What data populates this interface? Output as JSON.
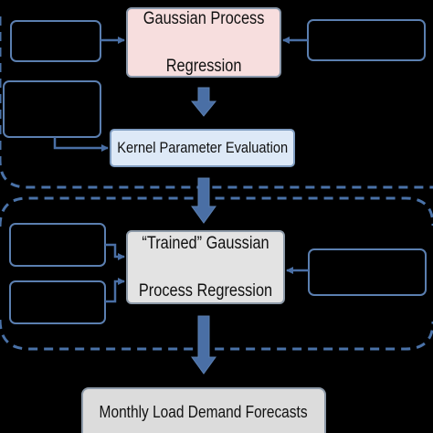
{
  "diagram": {
    "nodes": {
      "gpr": {
        "lines": [
          "Gaussian Process",
          "Regression"
        ]
      },
      "kernel_eval": {
        "lines": [
          "Kernel Parameter Evaluation"
        ]
      },
      "trained_gpr": {
        "lines": [
          "“Trained” Gaussian",
          "Process Regression"
        ]
      },
      "forecasts": {
        "lines": [
          "Monthly Load Demand Forecasts"
        ]
      }
    },
    "empty_input_boxes": 6,
    "colors": {
      "background": "#000000",
      "box_outline": "#5b7fb0",
      "arrow": "#4a6fa5",
      "dashed_region": "#4a72a8",
      "gpr_fill": "#f7dede",
      "kernel_fill": "#dde9f7",
      "trained_fill": "#e3e3e3",
      "forecast_fill": "#dcdcdc"
    }
  }
}
